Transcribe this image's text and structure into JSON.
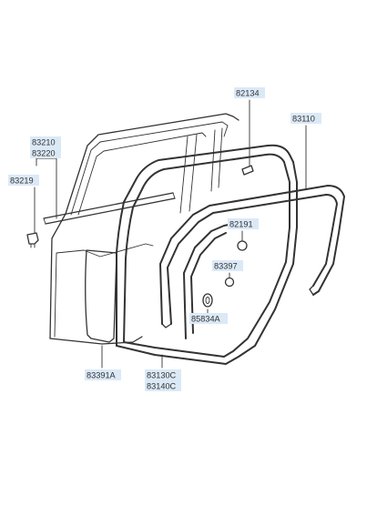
{
  "diagram": {
    "callouts": [
      {
        "id": "label_82134",
        "text": "82134"
      },
      {
        "id": "label_83110",
        "text": "83110"
      },
      {
        "id": "label_83210",
        "text": "83210"
      },
      {
        "id": "label_83220",
        "text": "83220"
      },
      {
        "id": "label_83219",
        "text": "83219"
      },
      {
        "id": "label_82191",
        "text": "82191"
      },
      {
        "id": "label_83397",
        "text": "83397"
      },
      {
        "id": "label_85834A",
        "text": "85834A"
      },
      {
        "id": "label_83391A",
        "text": "83391A"
      },
      {
        "id": "label_83130C",
        "text": "83130C"
      },
      {
        "id": "label_83140C",
        "text": "83140C"
      }
    ],
    "colors": {
      "line": "#333333",
      "callout_bg": "#dbe9f7",
      "background": "#ffffff"
    }
  }
}
